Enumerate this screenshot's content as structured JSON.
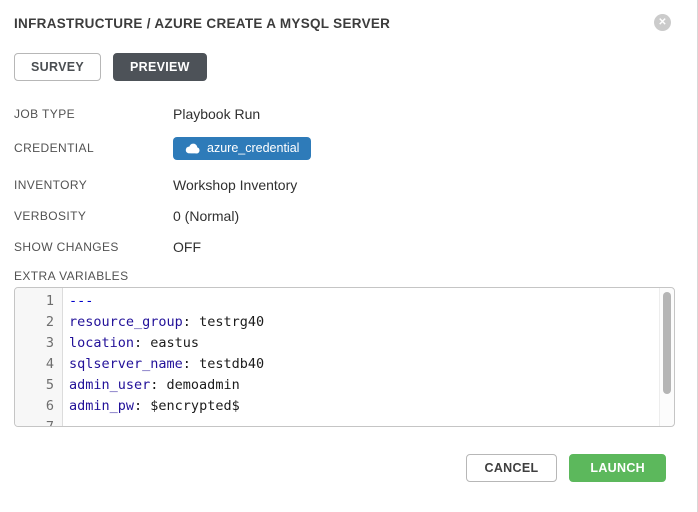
{
  "modal": {
    "title": "INFRASTRUCTURE / AZURE CREATE A MYSQL SERVER",
    "close_icon": "circle-x",
    "close_glyph": "✕"
  },
  "tabs": [
    {
      "label": "SURVEY",
      "active": false
    },
    {
      "label": "PREVIEW",
      "active": true
    }
  ],
  "details": [
    {
      "label": "JOB TYPE",
      "value": "Playbook Run",
      "type": "text"
    },
    {
      "label": "CREDENTIAL",
      "value": "azure_credential",
      "type": "badge",
      "icon": "cloud-icon"
    },
    {
      "label": "INVENTORY",
      "value": "Workshop Inventory",
      "type": "text"
    },
    {
      "label": "VERBOSITY",
      "value": "0 (Normal)",
      "type": "text"
    },
    {
      "label": "SHOW CHANGES",
      "value": "OFF",
      "type": "text"
    }
  ],
  "extra_variables": {
    "label": "EXTRA VARIABLES",
    "lines": [
      {
        "num": "1",
        "tokens": [
          {
            "t": "---",
            "s": "doc"
          }
        ]
      },
      {
        "num": "2",
        "tokens": [
          {
            "t": "resource_group",
            "s": "key"
          },
          {
            "t": ": ",
            "s": "plain"
          },
          {
            "t": "testrg40",
            "s": "plain"
          }
        ]
      },
      {
        "num": "3",
        "tokens": [
          {
            "t": "location",
            "s": "key"
          },
          {
            "t": ": ",
            "s": "plain"
          },
          {
            "t": "eastus",
            "s": "plain"
          }
        ]
      },
      {
        "num": "4",
        "tokens": [
          {
            "t": "sqlserver_name",
            "s": "key"
          },
          {
            "t": ": ",
            "s": "plain"
          },
          {
            "t": "testdb40",
            "s": "plain"
          }
        ]
      },
      {
        "num": "5",
        "tokens": [
          {
            "t": "admin_user",
            "s": "key"
          },
          {
            "t": ": ",
            "s": "plain"
          },
          {
            "t": "demoadmin",
            "s": "plain"
          }
        ]
      },
      {
        "num": "6",
        "tokens": [
          {
            "t": "admin_pw",
            "s": "key"
          },
          {
            "t": ": ",
            "s": "plain"
          },
          {
            "t": "$encrypted$",
            "s": "plain"
          }
        ]
      },
      {
        "num": "7",
        "tokens": []
      }
    ]
  },
  "footer": {
    "cancel_label": "CANCEL",
    "launch_label": "LAUNCH"
  },
  "colors": {
    "badge_blue": "#2e7bb9",
    "launch_green": "#5cb85c",
    "tab_active_bg": "#4d5258",
    "code_key": "#221199",
    "code_doc": "#0000cc",
    "code_plain": "#1b1b1b"
  }
}
